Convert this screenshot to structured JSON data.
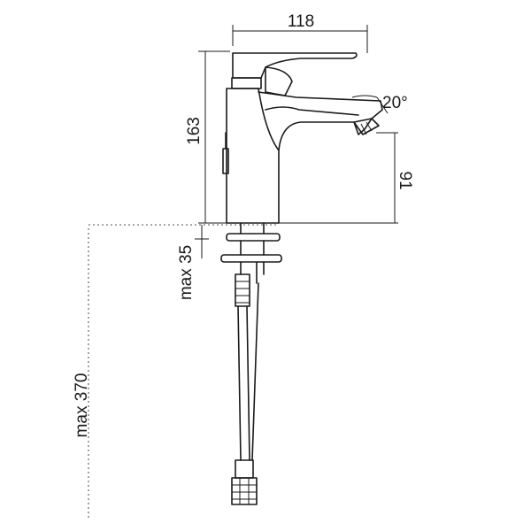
{
  "dimensions": {
    "width_top": "118",
    "height_body": "163",
    "angle": "20°",
    "spout_height": "91",
    "max_thickness": "max 35",
    "max_length": "max 370"
  }
}
